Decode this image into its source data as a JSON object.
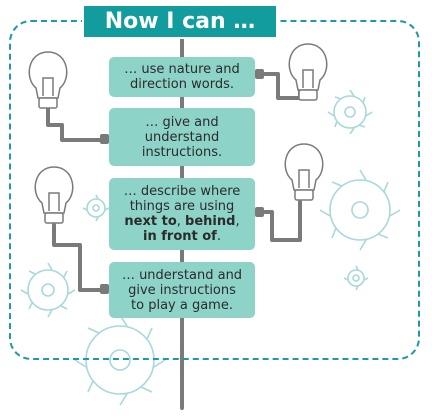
{
  "title": "Now I can …",
  "items": [
    {
      "lines": [
        "… use nature and",
        "direction words."
      ]
    },
    {
      "lines": [
        "… give and",
        "understand",
        "instructions."
      ]
    },
    {
      "lines": [
        "… describe where",
        "things are using"
      ],
      "bold_line_1": "next to",
      "sep_1": ", ",
      "bold_line_2": "behind",
      "sep_2": ",",
      "bold_line_3": "in front of",
      "end": "."
    },
    {
      "lines": [
        "… understand and",
        "give instructions",
        "to play a game."
      ]
    }
  ],
  "colors": {
    "frame": "#1d9aa5",
    "banner": "#139c9d",
    "box": "#8dd3c8",
    "wire": "#7a7a7a",
    "gear": "#a8d8dc"
  }
}
